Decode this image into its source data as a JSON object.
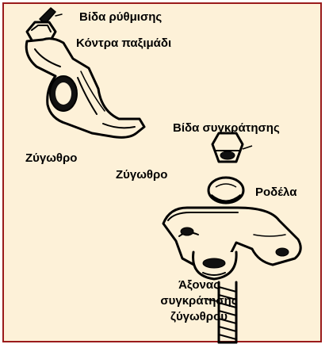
{
  "diagram": {
    "labels": {
      "adjusting_screw": "Βίδα ρύθμισης",
      "lock_nut": "Κόντρα παξιμάδι",
      "rocker_arm_left": "Ζύγωθρο",
      "retaining_screw": "Βίδα συγκράτησης",
      "rocker_arm_right": "Ζύγωθρο",
      "washer": "Ροδέλα",
      "rocker_shaft_line1": "Άξονας",
      "rocker_shaft_line2": "συγκράτησης",
      "rocker_shaft_line3": "ζύγωθρου"
    },
    "colors": {
      "background": "#fdf1d8",
      "border": "#9a1b1b",
      "ink": "#000000"
    }
  }
}
